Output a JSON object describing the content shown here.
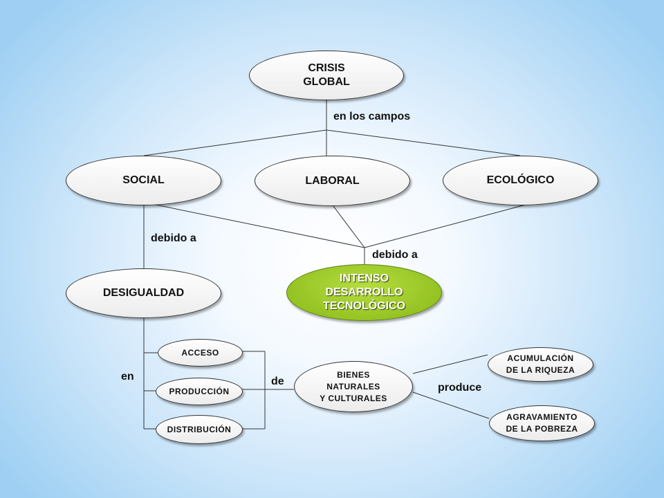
{
  "diagram": {
    "nodes": {
      "crisis": "CRISIS\nGLOBAL",
      "social": "SOCIAL",
      "laboral": "LABORAL",
      "ecologico": "ECOLÓGICO",
      "desigualdad": "DESIGUALDAD",
      "desarrollo": "INTENSO\nDESARROLLO\nTECNOLÓGICO",
      "acceso": "ACCESO",
      "produccion": "PRODUCCIÓN",
      "distribucion": "DISTRIBUCIÓN",
      "bienes": "BIENES\nNATURALES\nY CULTURALES",
      "acumulacion": "ACUMULACIÓN\nDE LA RIQUEZA",
      "agravamiento": "AGRAVAMIENTO\nDE LA POBREZA"
    },
    "links": {
      "en_los_campos": "en los campos",
      "debido_a_left": "debido a",
      "debido_a_right": "debido a",
      "en": "en",
      "de": "de",
      "produce": "produce"
    },
    "colors": {
      "line": "#333333",
      "highlight_node": "#94c21f"
    }
  }
}
